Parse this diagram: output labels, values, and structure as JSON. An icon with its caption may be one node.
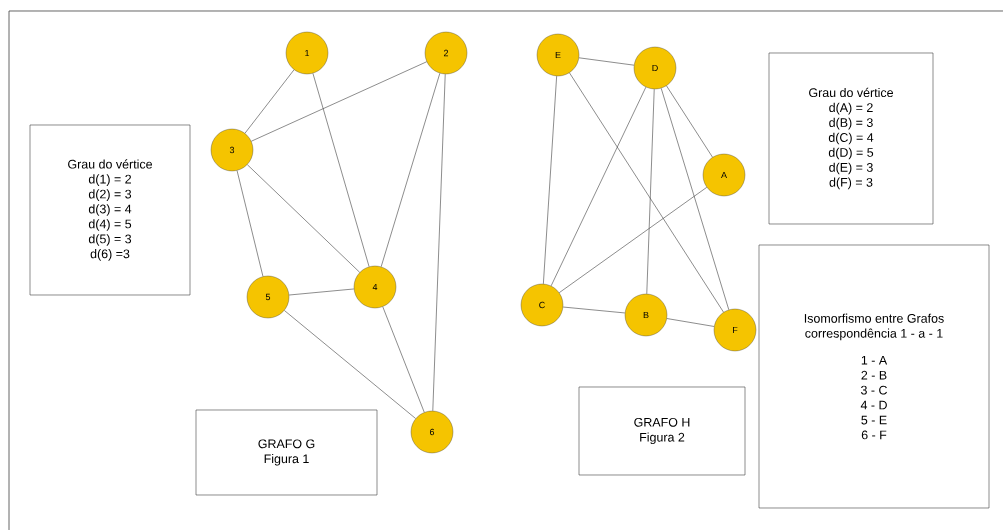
{
  "diagram": {
    "nodes": [
      {
        "text": [
          "Grau do vértice",
          "d(1) = 2",
          "d(2) = 3",
          "d(3) = 4",
          "d(4) = 5",
          "d(5) = 3",
          "d(6) =3"
        ]
      },
      {
        "text": [
          "1"
        ]
      },
      {
        "text": [
          "2"
        ]
      },
      {
        "text": [
          "3"
        ]
      },
      {
        "text": [
          "4"
        ]
      },
      {
        "text": [
          "5"
        ]
      },
      {
        "text": [
          "6"
        ]
      },
      {
        "text": [
          "GRAFO G",
          "Figura 1"
        ]
      },
      {
        "text": [
          "E"
        ]
      },
      {
        "text": [
          "D"
        ]
      },
      {
        "text": [
          "Grau do vértice",
          "d(A) = 2",
          "d(B) = 3",
          "d(C) = 4",
          "d(D) = 5",
          "d(E) = 3",
          "d(F) = 3"
        ]
      },
      {
        "text": [
          "A"
        ]
      },
      {
        "text": [
          "C"
        ]
      },
      {
        "text": [
          "B"
        ]
      },
      {
        "text": [
          "F"
        ]
      },
      {
        "text": [
          "GRAFO H",
          "Figura 2"
        ]
      },
      {
        "text": [
          "Isomorfismo  entre Grafos",
          "correspondência 1 - a - 1",
          "1 - A",
          "2 - B",
          "3 - C",
          "4 - D",
          "5 - E",
          "6 - F"
        ]
      }
    ],
    "edges": [
      {
        "from": 1,
        "to": 3,
        "arrow": "none"
      },
      {
        "from": 1,
        "to": 4,
        "arrow": "none"
      },
      {
        "from": 2,
        "to": 3,
        "arrow": "none"
      },
      {
        "from": 2,
        "to": 4,
        "arrow": "none"
      },
      {
        "from": 2,
        "to": 6,
        "arrow": "none"
      },
      {
        "from": 3,
        "to": 4,
        "arrow": "none"
      },
      {
        "from": 3,
        "to": 5,
        "arrow": "none"
      },
      {
        "from": 5,
        "to": 4,
        "arrow": "none"
      },
      {
        "from": 5,
        "to": 6,
        "arrow": "none"
      },
      {
        "from": 4,
        "to": 6,
        "arrow": "none"
      },
      {
        "from": 8,
        "to": 9,
        "arrow": "none"
      },
      {
        "from": 8,
        "to": 12,
        "arrow": "none"
      },
      {
        "from": 8,
        "to": 14,
        "arrow": "none"
      },
      {
        "from": 9,
        "to": 12,
        "arrow": "none"
      },
      {
        "from": 9,
        "to": 13,
        "arrow": "none"
      },
      {
        "from": 9,
        "to": 14,
        "arrow": "none"
      },
      {
        "from": 9,
        "to": 11,
        "arrow": "none"
      },
      {
        "from": 11,
        "to": 12,
        "arrow": "none"
      },
      {
        "from": 12,
        "to": 13,
        "arrow": "none"
      },
      {
        "from": 13,
        "to": 14,
        "arrow": "none"
      }
    ]
  }
}
